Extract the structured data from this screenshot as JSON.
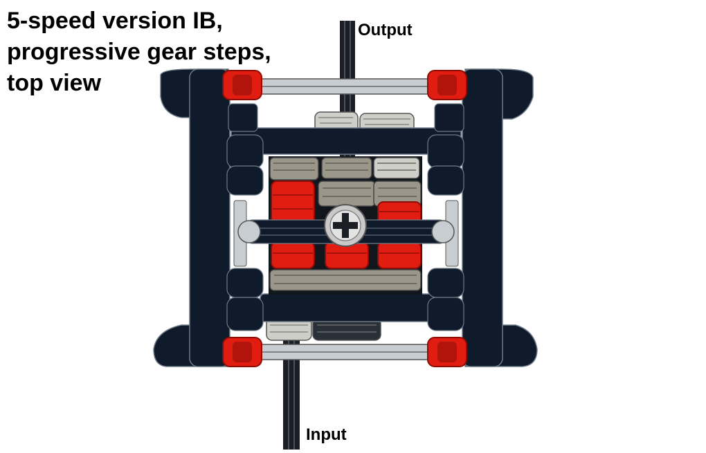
{
  "title_lines": [
    "5-speed version IB,",
    "progressive gear steps,",
    "top view"
  ],
  "labels": {
    "output": "Output",
    "input": "Input"
  },
  "colors": {
    "frame": "#0f1b2a",
    "frame_edge": "#6f7b88",
    "red": "#e11c10",
    "red_dark": "#8e0c06",
    "gear": "#9a968a",
    "gear_light": "#cfcfc9",
    "axle": "#1b1f25",
    "rod": "#c8cdd1",
    "hub": "#c9c9c9"
  }
}
